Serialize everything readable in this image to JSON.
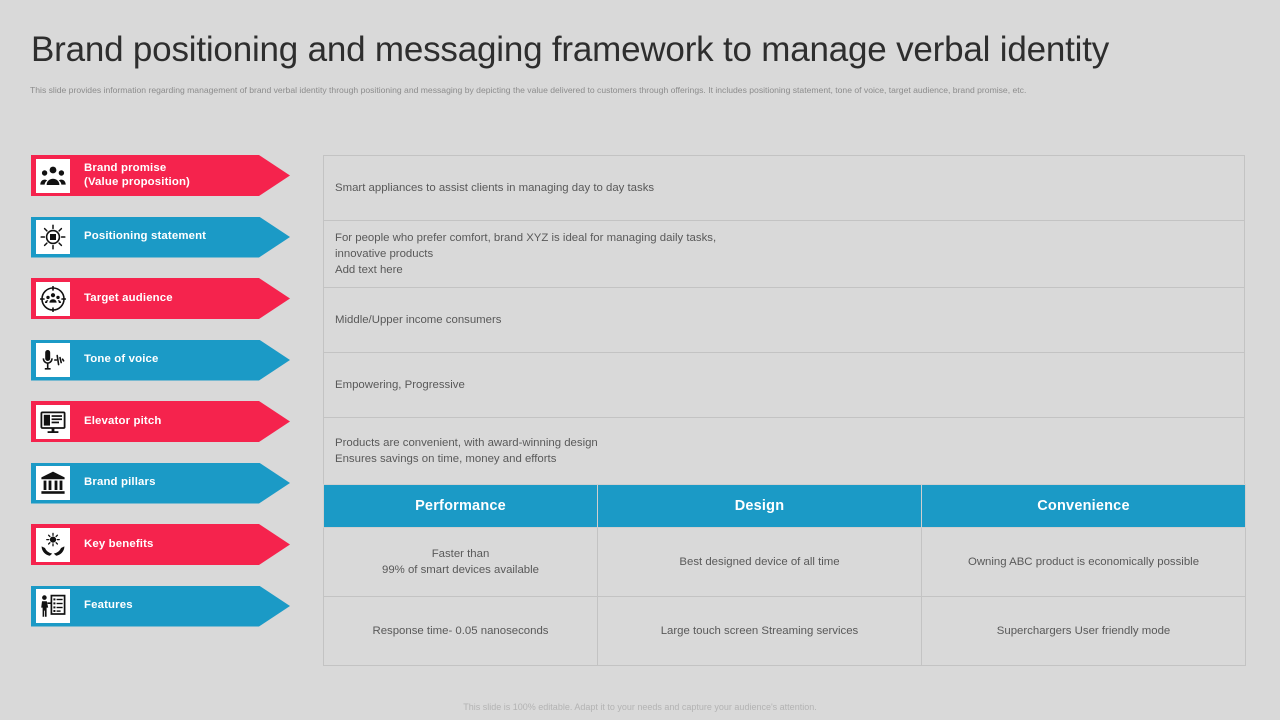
{
  "header": {
    "title": "Brand positioning and messaging framework to manage verbal identity",
    "subtitle": "This slide provides information regarding management  of brand verbal identity through positioning and messaging by depicting the value delivered to customers through offerings. It includes positioning statement, tone of voice, target audience, brand promise, etc."
  },
  "colors": {
    "red": "#f5234d",
    "blue": "#1b9ac6",
    "background": "#d9d9d9",
    "body_text": "#595959",
    "title_text": "#2e2e2e"
  },
  "sidebar": {
    "items": [
      {
        "label": "Brand promise\n(Value proposition)",
        "color": "red",
        "icon": "people-group-icon"
      },
      {
        "label": "Positioning statement",
        "color": "blue",
        "icon": "idea-target-icon"
      },
      {
        "label": "Target  audience",
        "color": "red",
        "icon": "audience-target-icon"
      },
      {
        "label": "Tone  of voice",
        "color": "blue",
        "icon": "microphone-waveform-icon"
      },
      {
        "label": "Elevator pitch",
        "color": "red",
        "icon": "monitor-presentation-icon"
      },
      {
        "label": "Brand pillars",
        "color": "blue",
        "icon": "bank-pillars-icon"
      },
      {
        "label": "Key benefits",
        "color": "red",
        "icon": "hands-plant-icon"
      },
      {
        "label": "Features",
        "color": "blue",
        "icon": "presenter-board-icon"
      }
    ]
  },
  "content_rows": [
    {
      "text": "Smart appliances to assist clients in managing  day to day tasks"
    },
    {
      "text": "For people  who  prefer  comfort,  brand  XYZ  is ideal  for  managing  daily tasks,\ninnovative  products\nAdd text here"
    },
    {
      "text": "Middle/Upper  income consumers"
    },
    {
      "text": "Empowering,  Progressive"
    },
    {
      "text": "Products are convenient,  with award-winning   design\nEnsures savings  on time, money and efforts"
    }
  ],
  "table": {
    "headers": [
      "Performance",
      "Design",
      "Convenience"
    ],
    "rows": [
      [
        "Faster than\n99% of smart devices available",
        "Best designed  device  of  all time",
        "Owning  ABC product is economically possible"
      ],
      [
        "Response time- 0.05 nanoseconds",
        "Large touch screen Streaming  services",
        "Superchargers  User friendly  mode"
      ]
    ]
  },
  "footer": {
    "note": "This slide is 100% editable.  Adapt it to your needs and capture your audience's attention."
  }
}
